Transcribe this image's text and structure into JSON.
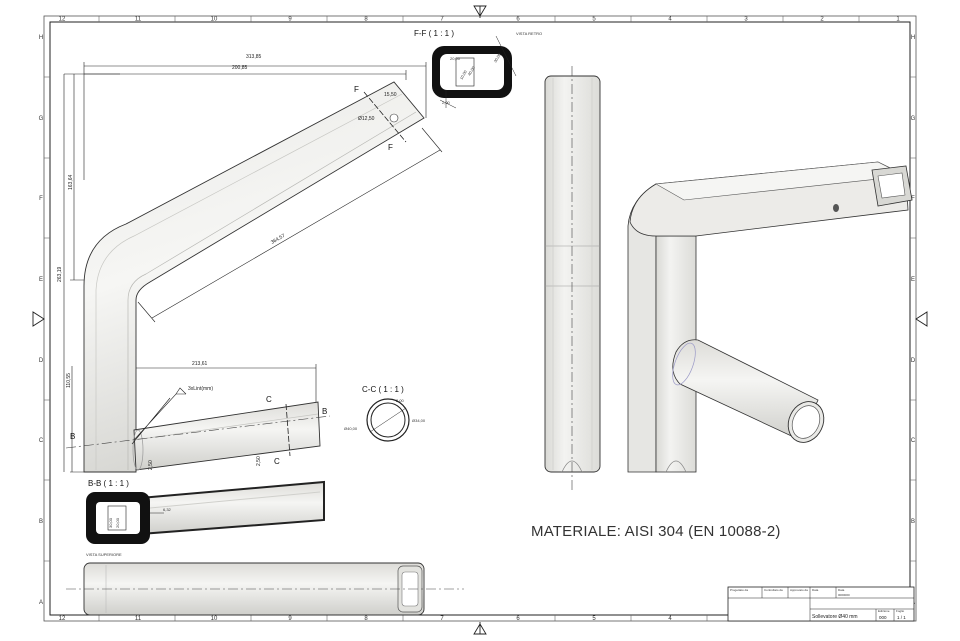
{
  "title": "Technical drawing sheet - lifter component",
  "zones": {
    "columns_top": [
      "12",
      "11",
      "10",
      "9",
      "8",
      "7",
      "6",
      "5",
      "4",
      "3",
      "2",
      "1"
    ],
    "columns_bottom": [
      "12",
      "11",
      "10",
      "9",
      "8",
      "7",
      "6",
      "5",
      "4",
      "3",
      "2",
      "1"
    ],
    "rows": [
      "H",
      "G",
      "F",
      "E",
      "D",
      "C",
      "B",
      "A"
    ]
  },
  "views": {
    "ff": {
      "label": "F-F ( 1 : 1 )",
      "note": "VISTA RETRO",
      "dims": [
        "30,00",
        "20,00",
        "40,00",
        "2,00",
        "10,00"
      ]
    },
    "main": {
      "dims": [
        "313,85",
        "200,85",
        "163,64",
        "263,19",
        "364,57",
        "15,50",
        "Ø12,50",
        "110,55",
        "213,61",
        "3xLint(mm)",
        "2,50",
        "2,50"
      ],
      "section_letters": [
        "F",
        "F",
        "B",
        "B",
        "C",
        "C"
      ]
    },
    "cc": {
      "label": "C-C ( 1 : 1 )",
      "dims": [
        "2,00",
        "Ø40,00",
        "Ø34,00"
      ]
    },
    "bb": {
      "label": "B-B ( 1 : 1 )",
      "dims": [
        "6,32",
        "30,00",
        "20,00"
      ]
    },
    "top": {
      "label": "VISTA SUPERIORE"
    }
  },
  "material": "MATERIALE: AISI 304 (EN 10088-2)",
  "title_block": {
    "headers": [
      "Progettato da",
      "Controllato da",
      "Approvato da",
      "Data",
      "Data"
    ],
    "part_id": "0000000",
    "description": "Sollevatore Ø40 mm",
    "size_label": "Edizione",
    "size_value": "000",
    "sheet_label": "Foglio",
    "sheet_value": "1 / 1"
  },
  "colors": {
    "line": "#222222",
    "part_fill": "#ececea",
    "part_shade": "#d6d6d2",
    "section_fill": "#111111"
  }
}
